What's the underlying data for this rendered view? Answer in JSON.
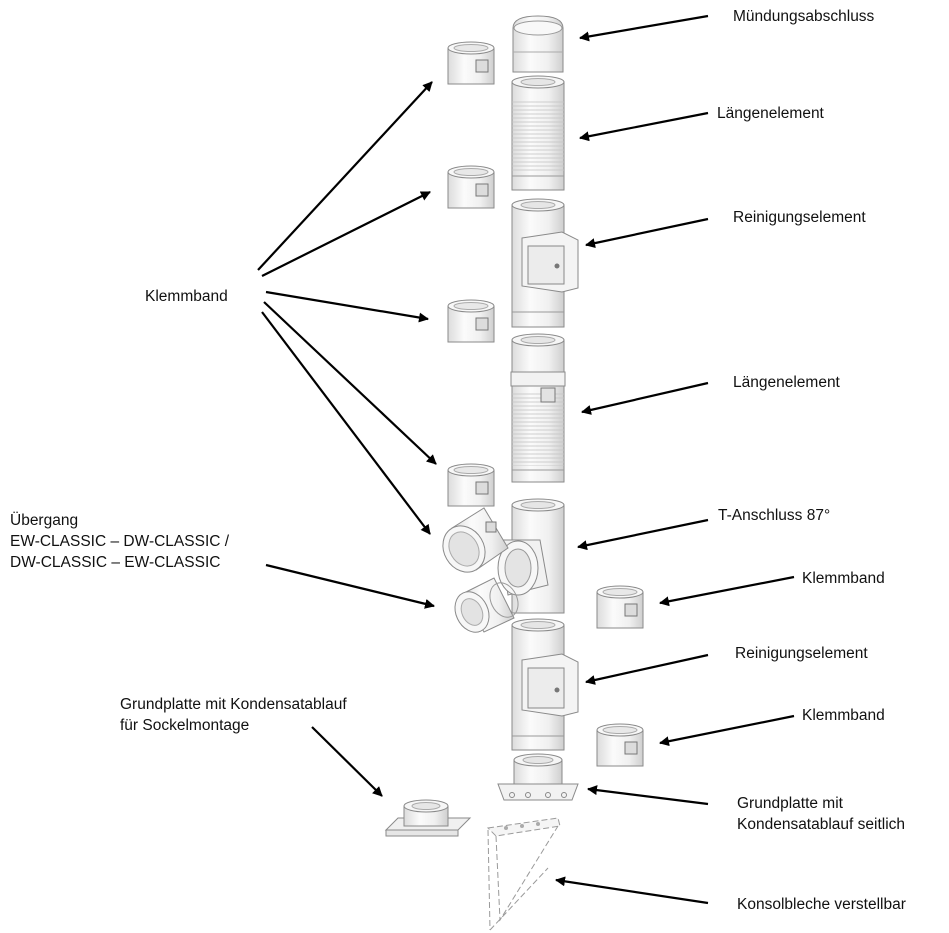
{
  "labels": {
    "muendungsabschluss": "Mündungsabschluss",
    "laengenelement_1": "Längenelement",
    "reinigungselement_1": "Reinigungselement",
    "klemmband_main": "Klemmband",
    "laengenelement_2": "Längenelement",
    "uebergang_line1": "Übergang",
    "uebergang_line2": "EW-CLASSIC – DW-CLASSIC /",
    "uebergang_line3": "DW-CLASSIC – EW-CLASSIC",
    "t_anschluss": "T-Anschluss 87°",
    "klemmband_right_1": "Klemmband",
    "reinigungselement_2": "Reinigungselement",
    "grundplatte_sockel_line1": "Grundplatte mit Kondensatablauf",
    "grundplatte_sockel_line2": "für Sockelmontage",
    "klemmband_right_2": "Klemmband",
    "grundplatte_seitlich_line1": "Grundplatte mit",
    "grundplatte_seitlich_line2": "Kondensatablauf seitlich",
    "konsolbleche": "Konsolbleche verstellbar"
  },
  "colors": {
    "line": "#000000",
    "part_fill": "#f3f3f3",
    "part_stroke": "#8a8a8a",
    "text": "#111111"
  }
}
